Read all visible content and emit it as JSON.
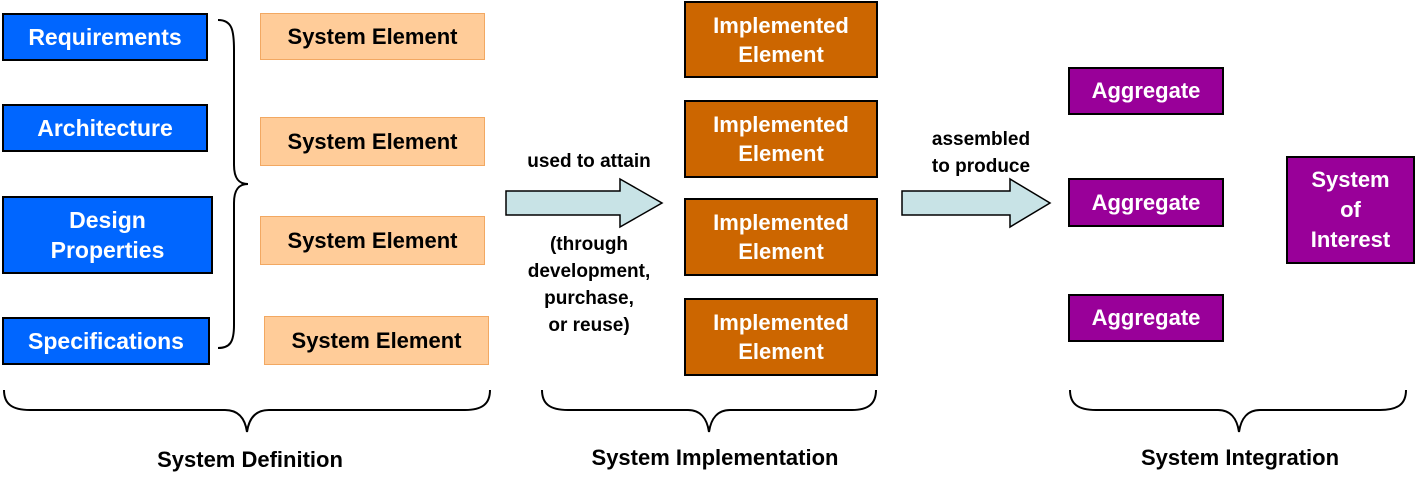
{
  "definition": {
    "inputs": [
      "Requirements",
      "Architecture",
      "Design\nProperties",
      "Specifications"
    ],
    "elements": [
      "System Element",
      "System Element",
      "System Element",
      "System Element"
    ],
    "caption": "System Definition"
  },
  "arrow1": {
    "top_label": "used to attain",
    "bottom_label": "(through\ndevelopment,\npurchase,\nor reuse)"
  },
  "implementation": {
    "elements": [
      "Implemented\nElement",
      "Implemented\nElement",
      "Implemented\nElement",
      "Implemented\nElement"
    ],
    "caption": "System Implementation"
  },
  "arrow2": {
    "top_label": "assembled\nto produce"
  },
  "integration": {
    "aggregates": [
      "Aggregate",
      "Aggregate",
      "Aggregate"
    ],
    "system_of_interest": "System\nof\nInterest",
    "caption": "System Integration"
  },
  "colors": {
    "input_fill": "#0066FF",
    "element_fill": "#FFCC99",
    "implemented_fill": "#CC6600",
    "aggregate_fill": "#990099",
    "arrow_fill": "#C8E3E6"
  }
}
